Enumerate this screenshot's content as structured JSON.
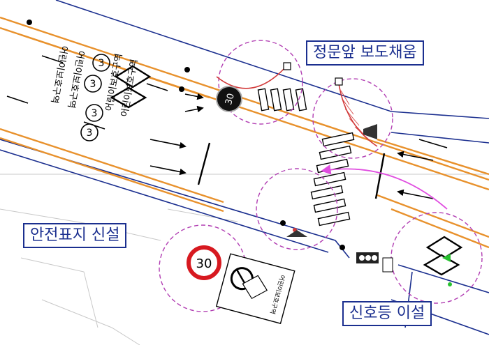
{
  "callouts": {
    "crosswalk_paving": "정문앞 보도채움",
    "safety_sign_install": "안전표지 신설",
    "signal_relocation": "신호등 이설"
  },
  "road_markings": {
    "zone_text_upper_outer": "어린이보호구역",
    "zone_text_upper_inner": "어린이보호구역",
    "zone_text_lower_inner": "어린이보호구역",
    "zone_text_lower_outer": "어린이보호구역",
    "speed_number": "3",
    "speed_limit_30": "30"
  },
  "signs": {
    "speed_limit_sign_value": "30",
    "school_zone_sign_text": "어린이보호구역"
  },
  "colors": {
    "road_edge": "#1b2f8f",
    "lane_stripe": "#e8912c",
    "callout_border": "#1b2f8f",
    "highlight_circle": "#b23fb3",
    "arrow_pink": "#e04de0",
    "sign_red": "#d71920",
    "curb_red": "#d23a3a",
    "signal_green": "#27c12f"
  }
}
